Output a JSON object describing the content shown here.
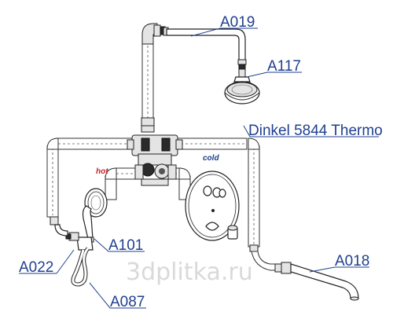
{
  "labels": {
    "a019": "A019",
    "a117": "A117",
    "dinkel": "Dinkel 5844 Thermo",
    "a101": "A101",
    "a022": "A022",
    "a087": "A087",
    "a018": "A018",
    "hot": "hot",
    "cold": "cold",
    "watermark": "3dplitka.ru"
  },
  "colors": {
    "label": "#1f3f8f",
    "hot": "#c0282b",
    "cold": "#1f3f8f",
    "watermark": "#d9d9d9"
  }
}
